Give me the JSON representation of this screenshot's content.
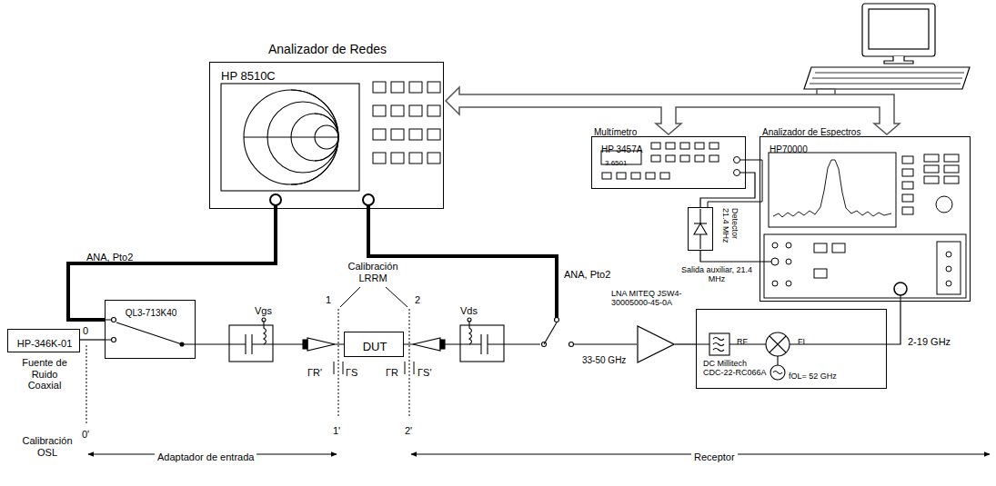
{
  "diagram": {
    "nodes": [
      {
        "text": [
          "Analizador de Redes",
          "HP 8510C"
        ]
      },
      {
        "text": [
          "Multímetro",
          "HP 3457A",
          "3.6501"
        ]
      },
      {
        "text": [
          "Analizador de Espectros",
          "HP70000"
        ]
      },
      {
        "text": [
          "HP-346K-01",
          "Fuente de Ruido Coaxial"
        ]
      },
      {
        "text": [
          "QL3-713K40"
        ]
      },
      {
        "text": [
          "DUT"
        ]
      },
      {
        "text": [
          "LNA MITEQ JSW4-30005000-45-0A"
        ]
      },
      {
        "text": [
          "DC Millitech CDC-22-RC066A"
        ]
      },
      {
        "text": [
          "Detector 21.4 MHz"
        ]
      }
    ],
    "edges": [
      {
        "from": 0,
        "to": 4,
        "arrow": "none"
      },
      {
        "from": 3,
        "to": 4,
        "arrow": "none"
      },
      {
        "from": 4,
        "to": 5,
        "arrow": "none"
      },
      {
        "from": 5,
        "to": 6,
        "arrow": "none"
      },
      {
        "from": 6,
        "to": 7,
        "arrow": "none"
      },
      {
        "from": 7,
        "to": 2,
        "arrow": "none"
      },
      {
        "from": 2,
        "to": 8,
        "label": "Salida auxiliar, 21.4 MHz",
        "arrow": "none"
      },
      {
        "from": 8,
        "to": 1,
        "arrow": "none"
      }
    ],
    "labels": [
      "ANA, Pto2",
      "ANA, Pto2",
      "Calibración LRRM",
      "1",
      "2",
      "Vgs",
      "Vds",
      "ΓR'",
      "ΓS",
      "ΓR",
      "ΓS'",
      "1'",
      "2'",
      "0",
      "0'",
      "Calibración OSL",
      "Adaptador de entrada",
      "Receptor",
      "33-50 GHz",
      "2-19 GHz",
      "RF",
      "FI",
      "fOL= 52 GHz"
    ]
  }
}
